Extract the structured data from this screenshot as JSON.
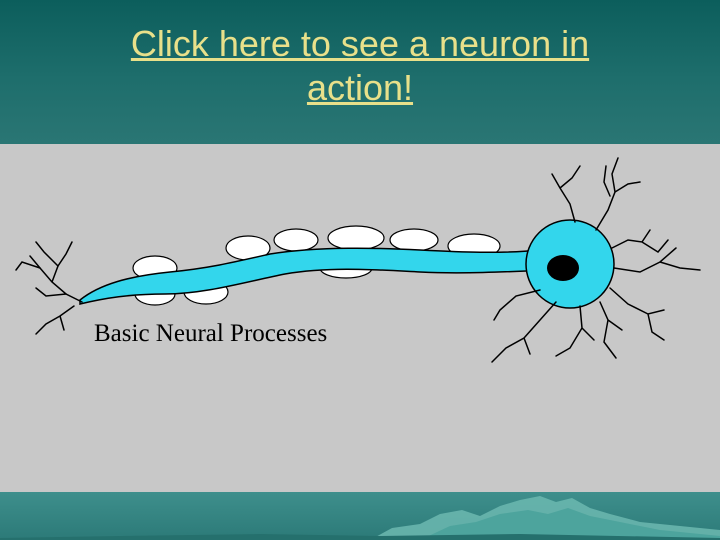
{
  "slide": {
    "title_link": {
      "line1": "Click here to see a neuron in",
      "line2": "action!"
    },
    "figure": {
      "caption": "Basic Neural Processes",
      "image": "neuron-diagram"
    },
    "footer": {
      "image": "iceberg-landscape"
    }
  },
  "colors": {
    "header_bg": "#1e6e6c",
    "title_link": "#e8e08a",
    "figure_bg": "#c8c8c8",
    "axon": "#33d6ec",
    "nucleus": "#000000"
  }
}
